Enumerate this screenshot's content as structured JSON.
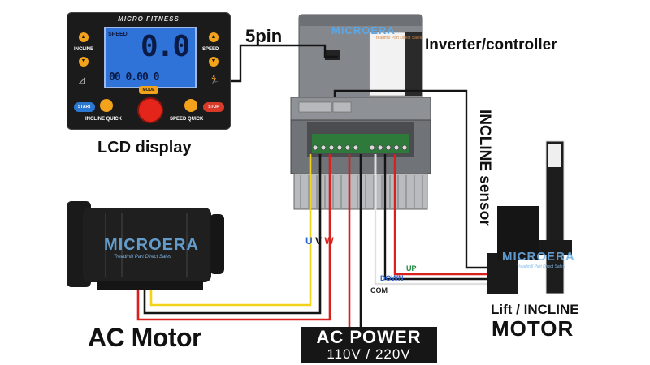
{
  "labels": {
    "five_pin": "5pin",
    "inverter": "Inverter/controller",
    "lcd": "LCD display",
    "ac_motor": "AC Motor",
    "lift_line1": "Lift / INCLINE",
    "lift_line2": "MOTOR",
    "incline_sensor": "INCLINE sensor",
    "up": "UP",
    "down": "DOWN",
    "com": "COM",
    "u": "U",
    "v": "V",
    "w": "W"
  },
  "ac_power": {
    "title": "AC POWER",
    "voltage": "110V / 220V"
  },
  "lcd_panel": {
    "brand": "MICRO FITNESS",
    "big_value": "0.0",
    "sub_value": "00 0.00  0",
    "incline": "INCLINE",
    "speed": "SPEED",
    "mode": "MODE",
    "start": "START",
    "stop": "STOP",
    "incline_quick": "INCLINE QUICK",
    "speed_quick": "SPEED QUICK",
    "mini": "SPEED"
  },
  "inverter_brand": "MICROERA",
  "inverter_tag": "Treadmill Part Direct Sales",
  "watermark": {
    "brand": "MICROERA",
    "tag": "Treadmill Part Direct Sales"
  },
  "colors": {
    "wire_yellow": "#f1d31a",
    "wire_red": "#d8201e",
    "wire_black": "#141414",
    "wire_white": "#f4f4f4",
    "wire_green": "#1c8a3a",
    "inverter_body": "#7b7e82",
    "u_color": "#2a64c9",
    "v_color": "#111111",
    "w_color": "#d8201e",
    "up_color": "#1c8a3a",
    "down_color": "#2a64c9"
  }
}
